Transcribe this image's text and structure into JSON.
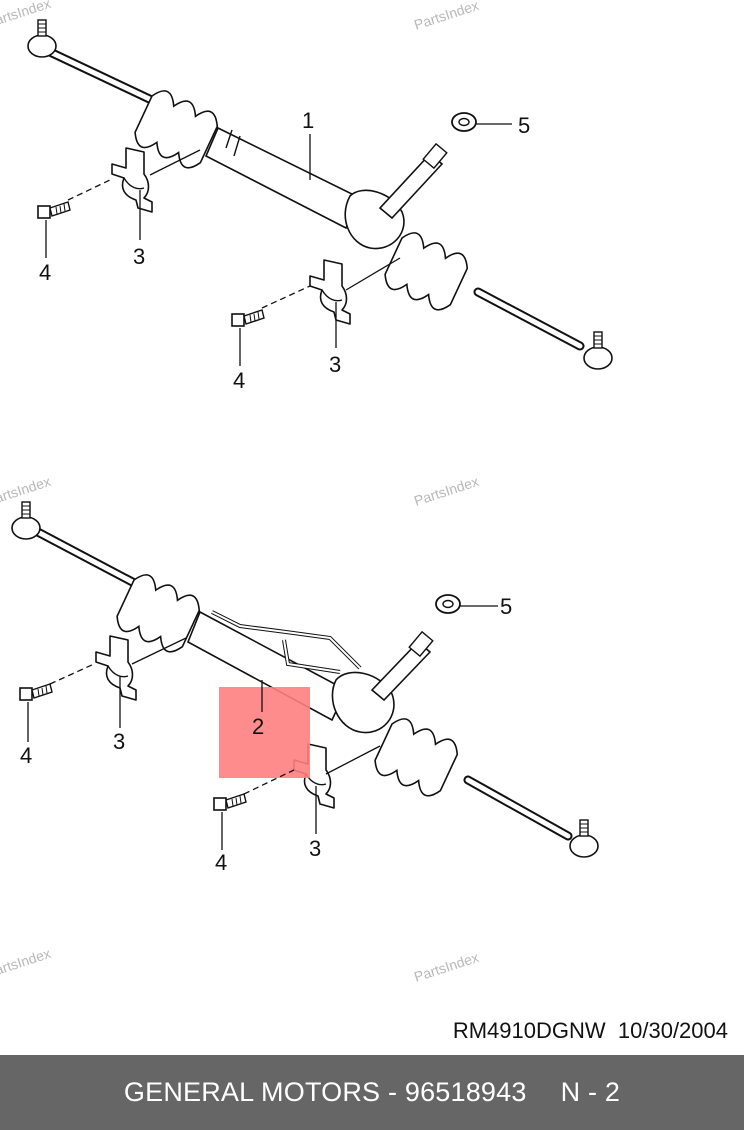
{
  "watermark": "PartsIndex",
  "upper_assembly": {
    "callouts": [
      "1",
      "5",
      "3",
      "4",
      "3",
      "4"
    ]
  },
  "lower_assembly": {
    "callouts": [
      "5",
      "2",
      "3",
      "4",
      "3",
      "4"
    ],
    "highlighted_callout": "2"
  },
  "reference": {
    "code": "RM4910DGNW",
    "date": "10/30/2004"
  },
  "footer": {
    "title": "GENERAL MOTORS - 96518943",
    "page": "N - 2"
  },
  "colors": {
    "highlight": "#ff7f7f",
    "footer_bg": "#666666",
    "watermark": "#b8b8b8"
  }
}
